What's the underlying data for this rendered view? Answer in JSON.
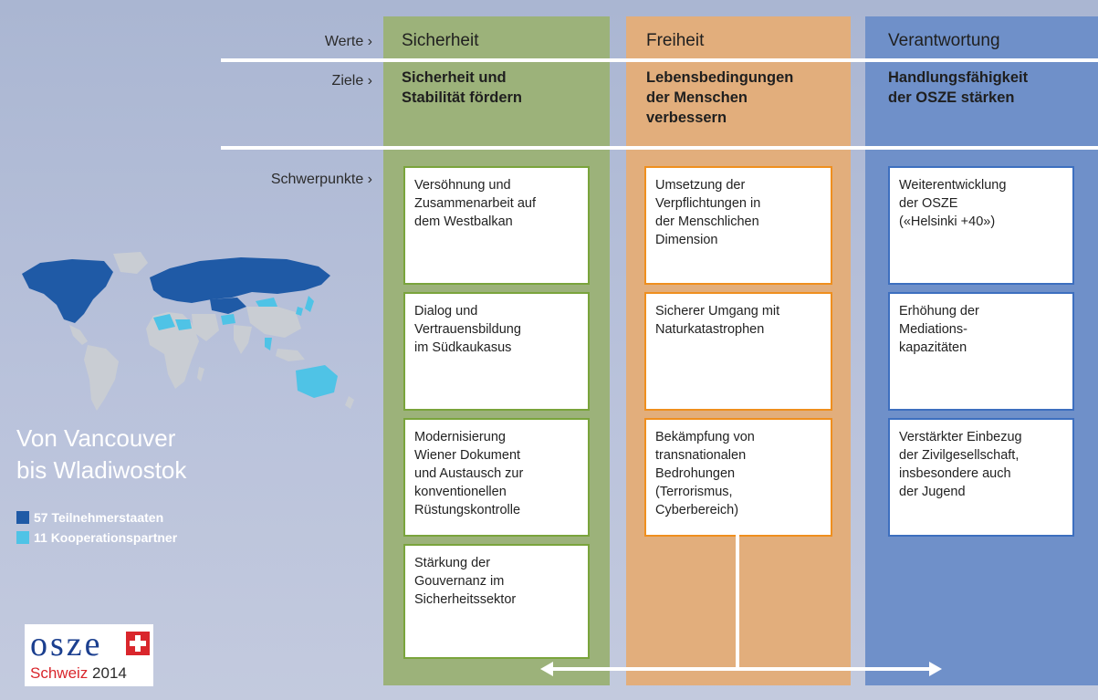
{
  "row_labels": {
    "werte": "Werte ›",
    "ziele": "Ziele ›",
    "schwerpunkte": "Schwerpunkte ›"
  },
  "columns": [
    {
      "value": "Sicherheit",
      "goal_lines": [
        "Sicherheit und",
        "Stabilität fördern"
      ],
      "items": [
        [
          "Versöhnung und",
          "Zusammenarbeit auf",
          "dem Westbalkan"
        ],
        [
          "Dialog und",
          "Vertrauensbildung",
          "im Südkaukasus"
        ],
        [
          "Modernisierung",
          "Wiener Dokument",
          "und Austausch zur",
          "konventionellen",
          "Rüstungskontrolle"
        ],
        [
          "Stärkung der",
          "Gouvernanz im",
          "Sicherheitssektor"
        ]
      ]
    },
    {
      "value": "Freiheit",
      "goal_lines": [
        "Lebensbedingungen",
        "der Menschen",
        "verbessern"
      ],
      "items": [
        [
          "Umsetzung der",
          "Verpflichtungen in",
          "der Menschlichen",
          "Dimension"
        ],
        [
          "Sicherer Umgang mit",
          "Naturkatastrophen"
        ],
        [
          "Bekämpfung von",
          "transnationalen",
          "Bedrohungen",
          "(Terrorismus,",
          "Cyberbereich)"
        ]
      ]
    },
    {
      "value": "Verantwortung",
      "goal_lines": [
        "Handlungsfähigkeit",
        "der OSZE stärken"
      ],
      "items": [
        [
          "Weiterentwicklung",
          "der OSZE",
          "(«Helsinki +40»)"
        ],
        [
          "Erhöhung der",
          "Mediations-",
          "kapazitäten"
        ],
        [
          "Verstärkter Einbezug",
          "der Zivilgesellschaft,",
          "insbesondere auch",
          "der Jugend"
        ]
      ]
    }
  ],
  "region": {
    "title_line1": "Von Vancouver",
    "title_line2": "bis Wladiwostok"
  },
  "legend": [
    {
      "label": "57 Teilnehmerstaaten",
      "color": "#1f5aa6"
    },
    {
      "label": "11 Kooperationspartner",
      "color": "#4fc3e6"
    }
  ],
  "logo": {
    "word": "osze",
    "sub_country": "Schweiz",
    "sub_year": "2014"
  },
  "colors": {
    "sicherheit": "#9cb27a",
    "freiheit": "#e2ae7c",
    "verantwortung": "#6f90c9"
  }
}
